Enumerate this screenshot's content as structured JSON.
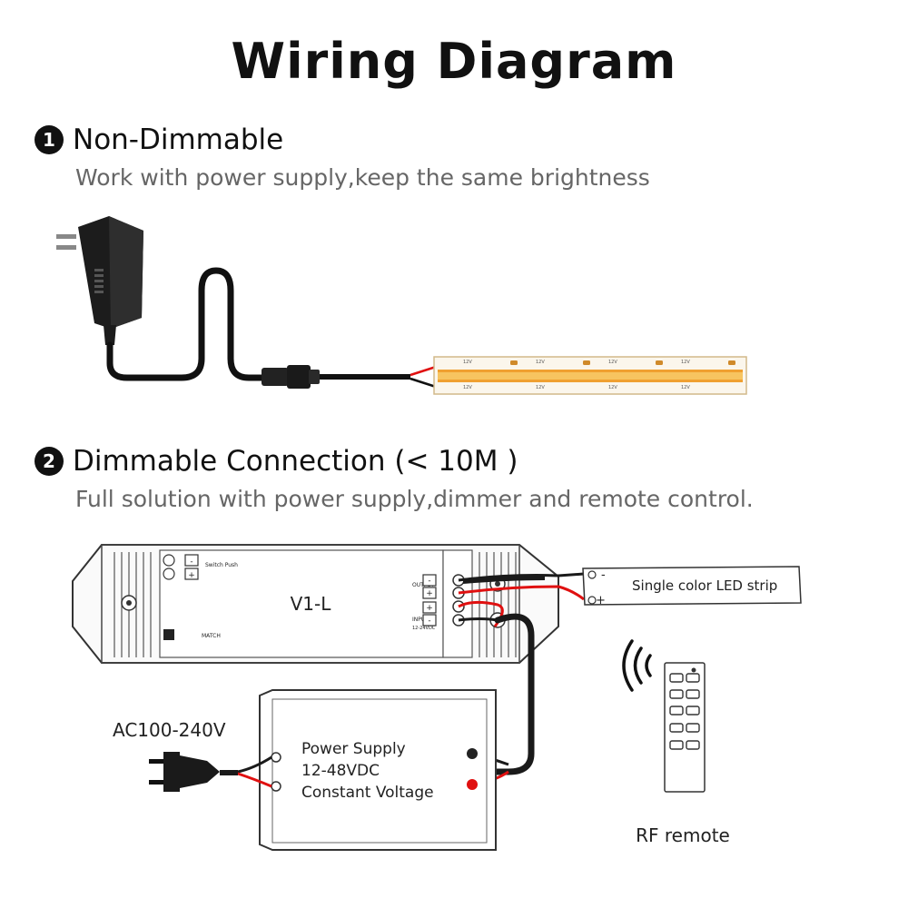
{
  "title": "Wiring Diagram",
  "sections": [
    {
      "number": "1",
      "heading": "Non-Dimmable",
      "subtitle": "Work with power supply,keep the same brightness"
    },
    {
      "number": "2",
      "heading": "Dimmable Connection (< 10M )",
      "subtitle": "Full solution with power supply,dimmer and remote control."
    }
  ],
  "dimmer": {
    "model": "V1-L",
    "terminal_output": "OUTPUT",
    "terminal_input": "INPUT",
    "terminal_input_range": "12-24VDC",
    "terminal_switch": "Switch Push",
    "terminal_match": "MATCH",
    "plus": "+",
    "minus": "-"
  },
  "led_strip_label": "Single color LED strip",
  "power_supply": {
    "line1": "Power Supply",
    "line2": "12-48VDC",
    "line3": "Constant Voltage"
  },
  "ac_label": "AC100-240V",
  "remote_label": "RF remote",
  "strip_marking": "12V",
  "colors": {
    "wire_black": "#1a1a1a",
    "wire_red": "#e01010",
    "led_amber": "#f0a030"
  }
}
